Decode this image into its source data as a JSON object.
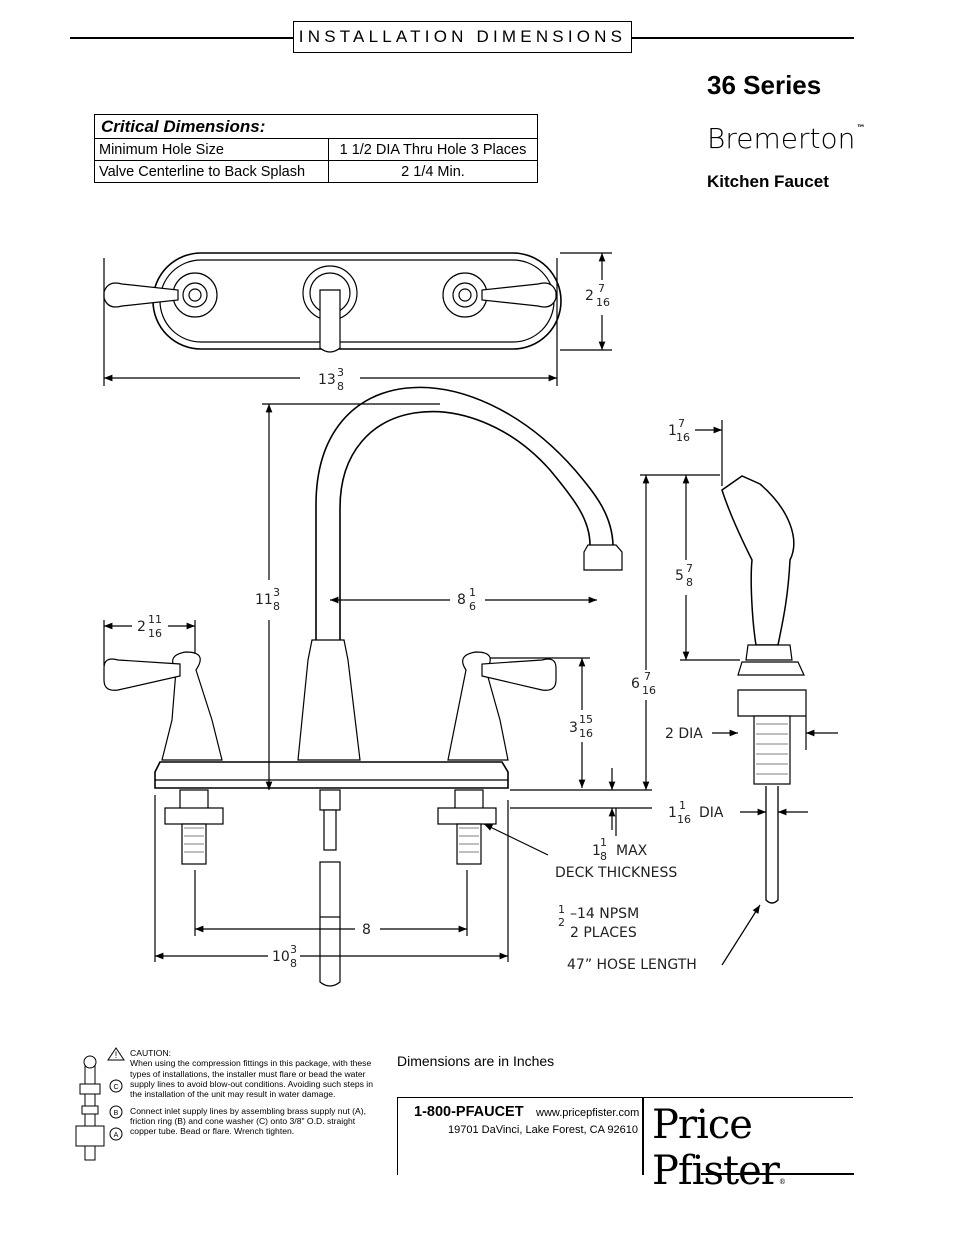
{
  "header": {
    "title": "INSTALLATION DIMENSIONS",
    "series": "36 Series",
    "brand": "Bremerton",
    "brand_mark": "™",
    "product": "Kitchen Faucet"
  },
  "critical": {
    "heading": "Critical Dimensions:",
    "rows": [
      {
        "label": "Minimum Hole Size",
        "value": "1 1/2 DIA Thru Hole 3 Places"
      },
      {
        "label": "Valve Centerline to Back Splash",
        "value": "2 1/4 Min."
      }
    ]
  },
  "dims": {
    "plate_height": {
      "whole": "2",
      "num": "7",
      "den": "16"
    },
    "plate_width": {
      "whole": "13",
      "num": "3",
      "den": "8"
    },
    "overall_height": {
      "whole": "11",
      "num": "3",
      "den": "8"
    },
    "spout_reach": {
      "whole": "8",
      "num": "1",
      "den": "6"
    },
    "handle_offset": {
      "whole": "2",
      "num": "11",
      "den": "16"
    },
    "handle_height": {
      "whole": "3",
      "num": "15",
      "den": "16"
    },
    "spray_width": {
      "whole": "1",
      "num": "7",
      "den": "16"
    },
    "spray_length": {
      "whole": "5",
      "num": "7",
      "den": "8"
    },
    "spray_total": {
      "whole": "6",
      "num": "7",
      "den": "16"
    },
    "two_dia": "2 DIA",
    "hose_dia": {
      "whole": "1",
      "num": "1",
      "den": "16",
      "suffix": "DIA"
    },
    "deck": {
      "whole": "1",
      "num": "1",
      "den": "8",
      "suffix": "MAX",
      "line2": "DECK THICKNESS"
    },
    "npsm": {
      "num": "1",
      "den": "2",
      "suffix": "–14 NPSM",
      "line2": "2 PLACES"
    },
    "hose_length": "47” HOSE LENGTH",
    "centers": "8",
    "base_width": {
      "whole": "10",
      "num": "3",
      "den": "8"
    }
  },
  "footer": {
    "caution_title": "CAUTION:",
    "caution_1": "When using the compression fittings in this package, with these types of installations, the installer must flare or bead the water supply lines to avoid blow-out conditions. Avoiding such steps in the installation of the unit may result in water damage.",
    "caution_2": "Connect inlet supply lines by assembling brass supply nut (A), friction ring (B) and cone washer (C) onto 3/8\" O.D. straight copper tube. Bead or flare. Wrench tighten.",
    "part_labels": [
      "C",
      "B",
      "A"
    ],
    "dims_note": "Dimensions are in Inches",
    "phone": "1-800-PFAUCET",
    "website": "www.pricepfister.com",
    "address": "19701 DaVinci, Lake Forest, CA  92610",
    "logo": "Price Pfister",
    "logo_mark": "®"
  }
}
